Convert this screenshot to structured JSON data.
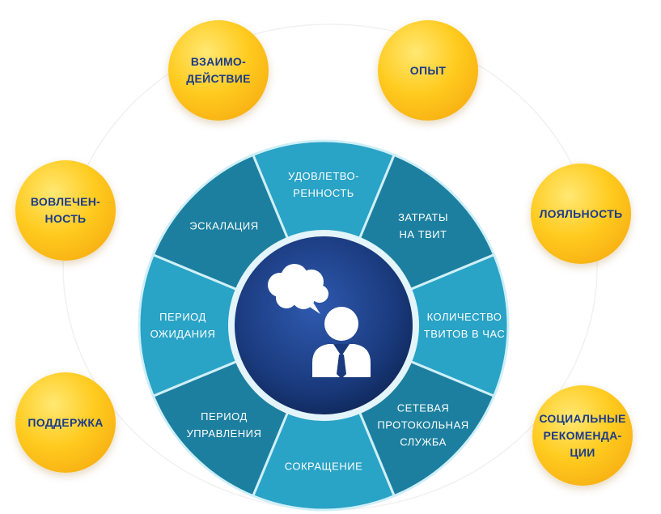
{
  "colors": {
    "bubble_text": "#1d3b8a",
    "segment_light": "#29a3c6",
    "segment_dark": "#1c7f9f",
    "hub": "#1a3a7d",
    "divider": "#cfeff8"
  },
  "outer_items": [
    {
      "id": "interaction",
      "label": "ВЗАИМО-\nДЕЙСТВИЕ"
    },
    {
      "id": "experience",
      "label": "ОПЫТ"
    },
    {
      "id": "engagement",
      "label": "ВОВЛЕЧЕН-\nНОСТЬ"
    },
    {
      "id": "loyalty",
      "label": "ЛОЯЛЬНОСТЬ"
    },
    {
      "id": "support",
      "label": "ПОДДЕРЖКА"
    },
    {
      "id": "social-recommendations",
      "label": "СОЦИАЛЬНЫЕ\nРЕКОМЕНДА-\nЦИИ"
    }
  ],
  "wheel_segments": [
    {
      "id": "satisfaction",
      "label": "УДОВЛЕТВО-\nРЕННОСТЬ"
    },
    {
      "id": "cost-per-tweet",
      "label": "ЗАТРАТЫ\nНА ТВИТ"
    },
    {
      "id": "tweets-per-hour",
      "label": "КОЛИЧЕСТВО\nТВИТОВ В ЧАС"
    },
    {
      "id": "network-protocol",
      "label": "СЕТЕВАЯ\nПРОТОКОЛЬНАЯ\nСЛУЖБА"
    },
    {
      "id": "reduction",
      "label": "СОКРАЩЕНИЕ"
    },
    {
      "id": "management-period",
      "label": "ПЕРИОД\nУПРАВЛЕНИЯ"
    },
    {
      "id": "waiting-period",
      "label": "ПЕРИОД\nОЖИДАНИЯ"
    },
    {
      "id": "escalation",
      "label": "ЭСКАЛАЦИЯ"
    }
  ],
  "hub_icon": "person-with-speech-bubble-icon"
}
